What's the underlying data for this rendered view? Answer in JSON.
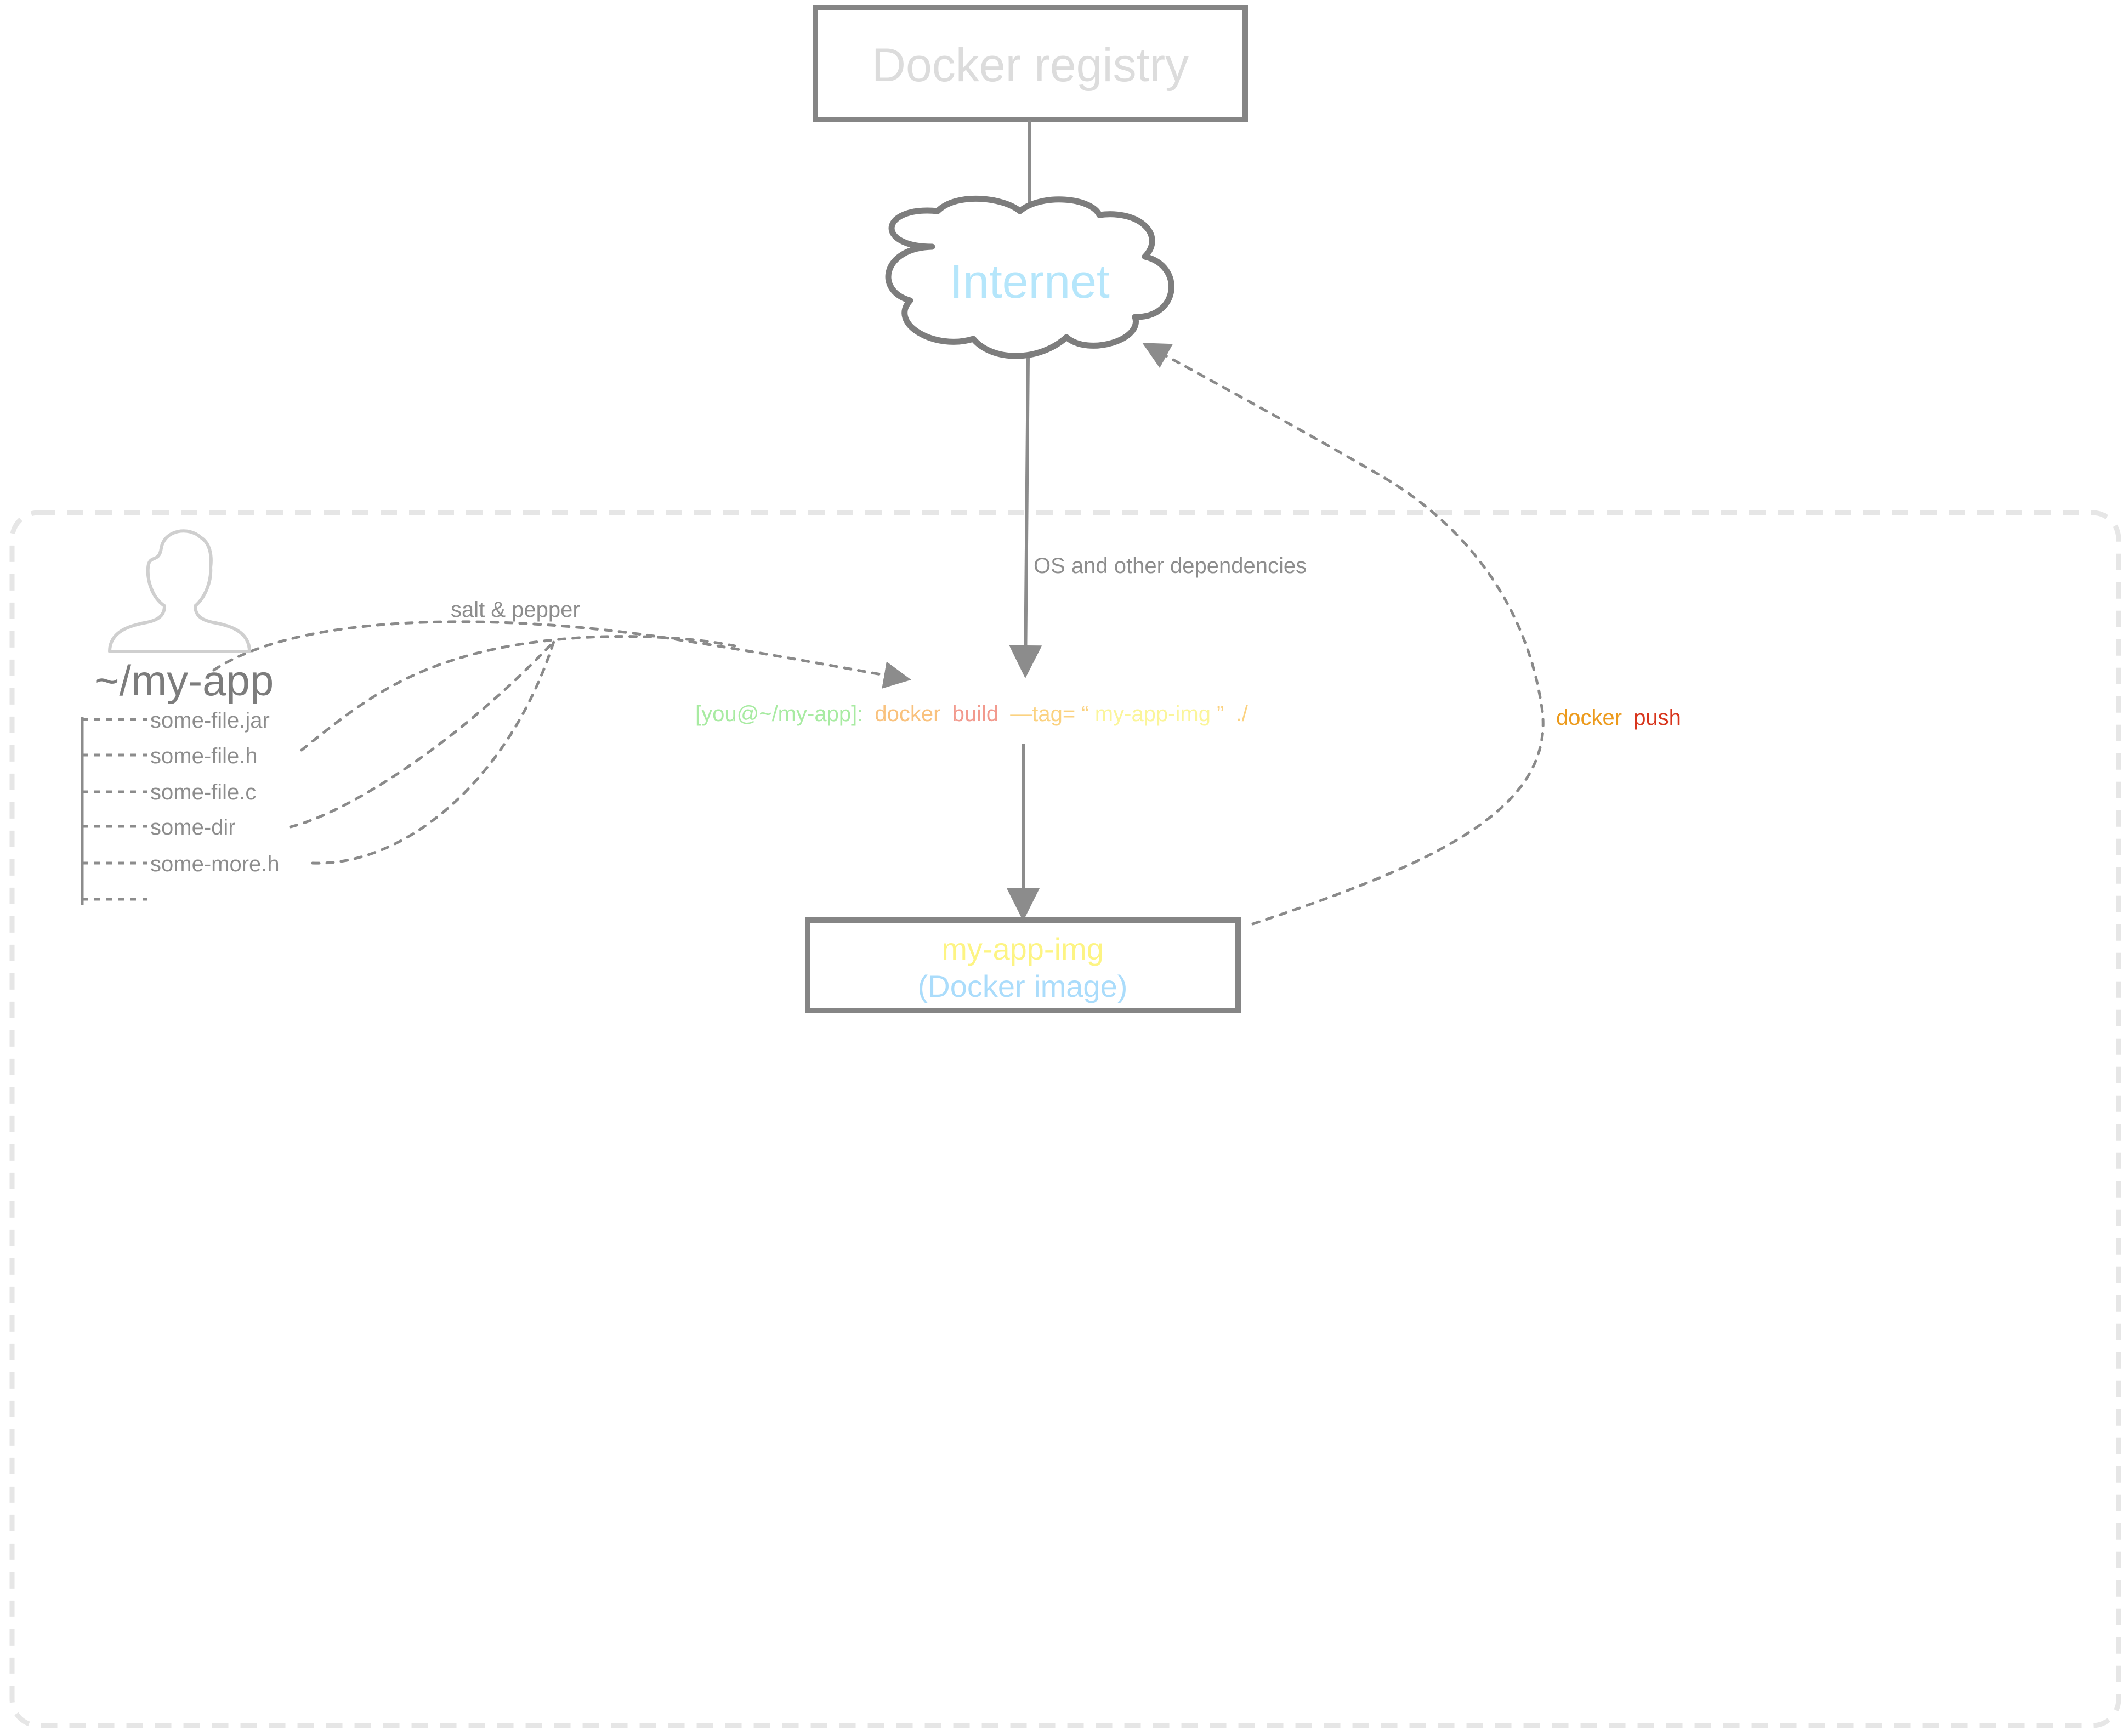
{
  "registry": {
    "label": "Docker registry"
  },
  "internet": {
    "label": "Internet"
  },
  "dependencies_label": "OS and other dependencies",
  "extras_label": "salt & pepper",
  "app_dir": {
    "name": "~/my-app",
    "files": [
      "some-file.jar",
      "some-file.h",
      "some-file.c",
      "some-dir",
      "some-more.h"
    ]
  },
  "build_command": {
    "prompt": "[you@~/my-app]:",
    "cmd": "docker",
    "sub": "build",
    "flag": "—tag=",
    "quote_open": "“",
    "tag": "my-app-img",
    "quote_close": "”",
    "path": "./"
  },
  "image": {
    "name": "my-app-img",
    "kind": "(Docker image)"
  },
  "push_command": {
    "cmd": "docker",
    "sub": "push"
  },
  "colors": {
    "line": "#8c8c8c",
    "registry_text": "#dcdcdc",
    "internet_text": "#b5e6fb",
    "prompt": "#a8eba2",
    "docker": "#f9c27e",
    "build": "#f29a8e",
    "flag": "#fbd280",
    "tag": "#fbf59a",
    "image_name": "#fdf483",
    "image_kind": "#aadcfb",
    "push_docker": "#ec9a1c",
    "push": "#d8351c",
    "frame": "#e6e6e6",
    "user_icon": "#cfcfcf"
  }
}
